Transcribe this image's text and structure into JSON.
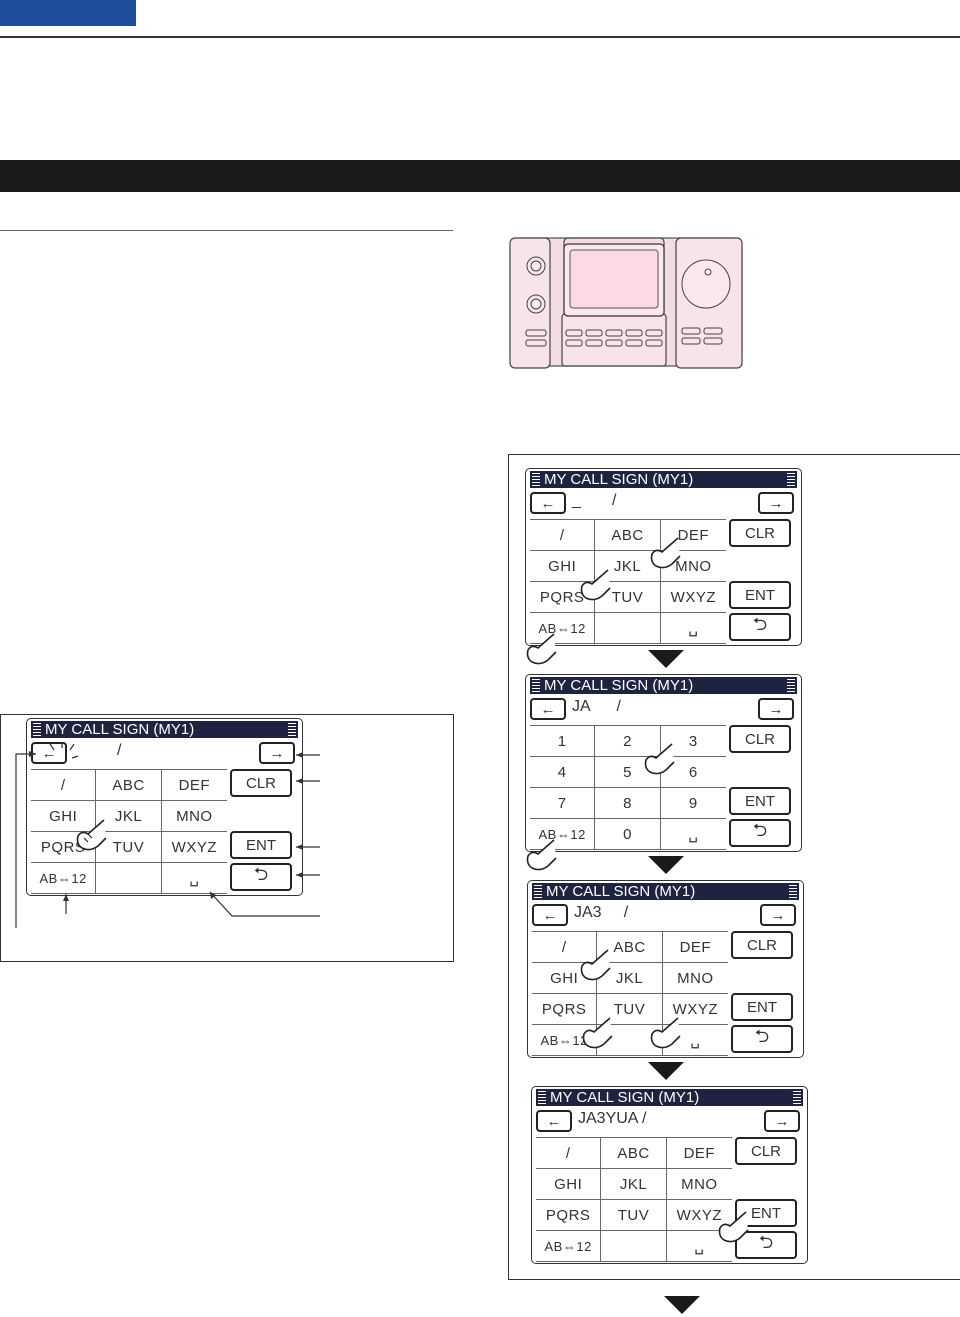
{
  "screen_title": "MY CALL SIGN  (MY1)",
  "keys": {
    "letters": [
      "/",
      "ABC",
      "DEF",
      "GHI",
      "JKL",
      "MNO",
      "PQRS",
      "TUV",
      "WXYZ",
      "AB⇔12",
      "",
      "␣"
    ],
    "numbers": [
      "1",
      "2",
      "3",
      "4",
      "5",
      "6",
      "7",
      "8",
      "9",
      "AB⇔12",
      "0",
      "␣"
    ]
  },
  "buttons": {
    "left": "←",
    "right": "→",
    "clr": "CLR",
    "ent": "ENT",
    "back": "⮌"
  },
  "left_panel": {
    "entry": "/"
  },
  "steps": [
    {
      "entry": "_       /"
    },
    {
      "entry": "JA      /"
    },
    {
      "entry": "JA3     /"
    },
    {
      "entry": "JA3YUA /"
    }
  ]
}
